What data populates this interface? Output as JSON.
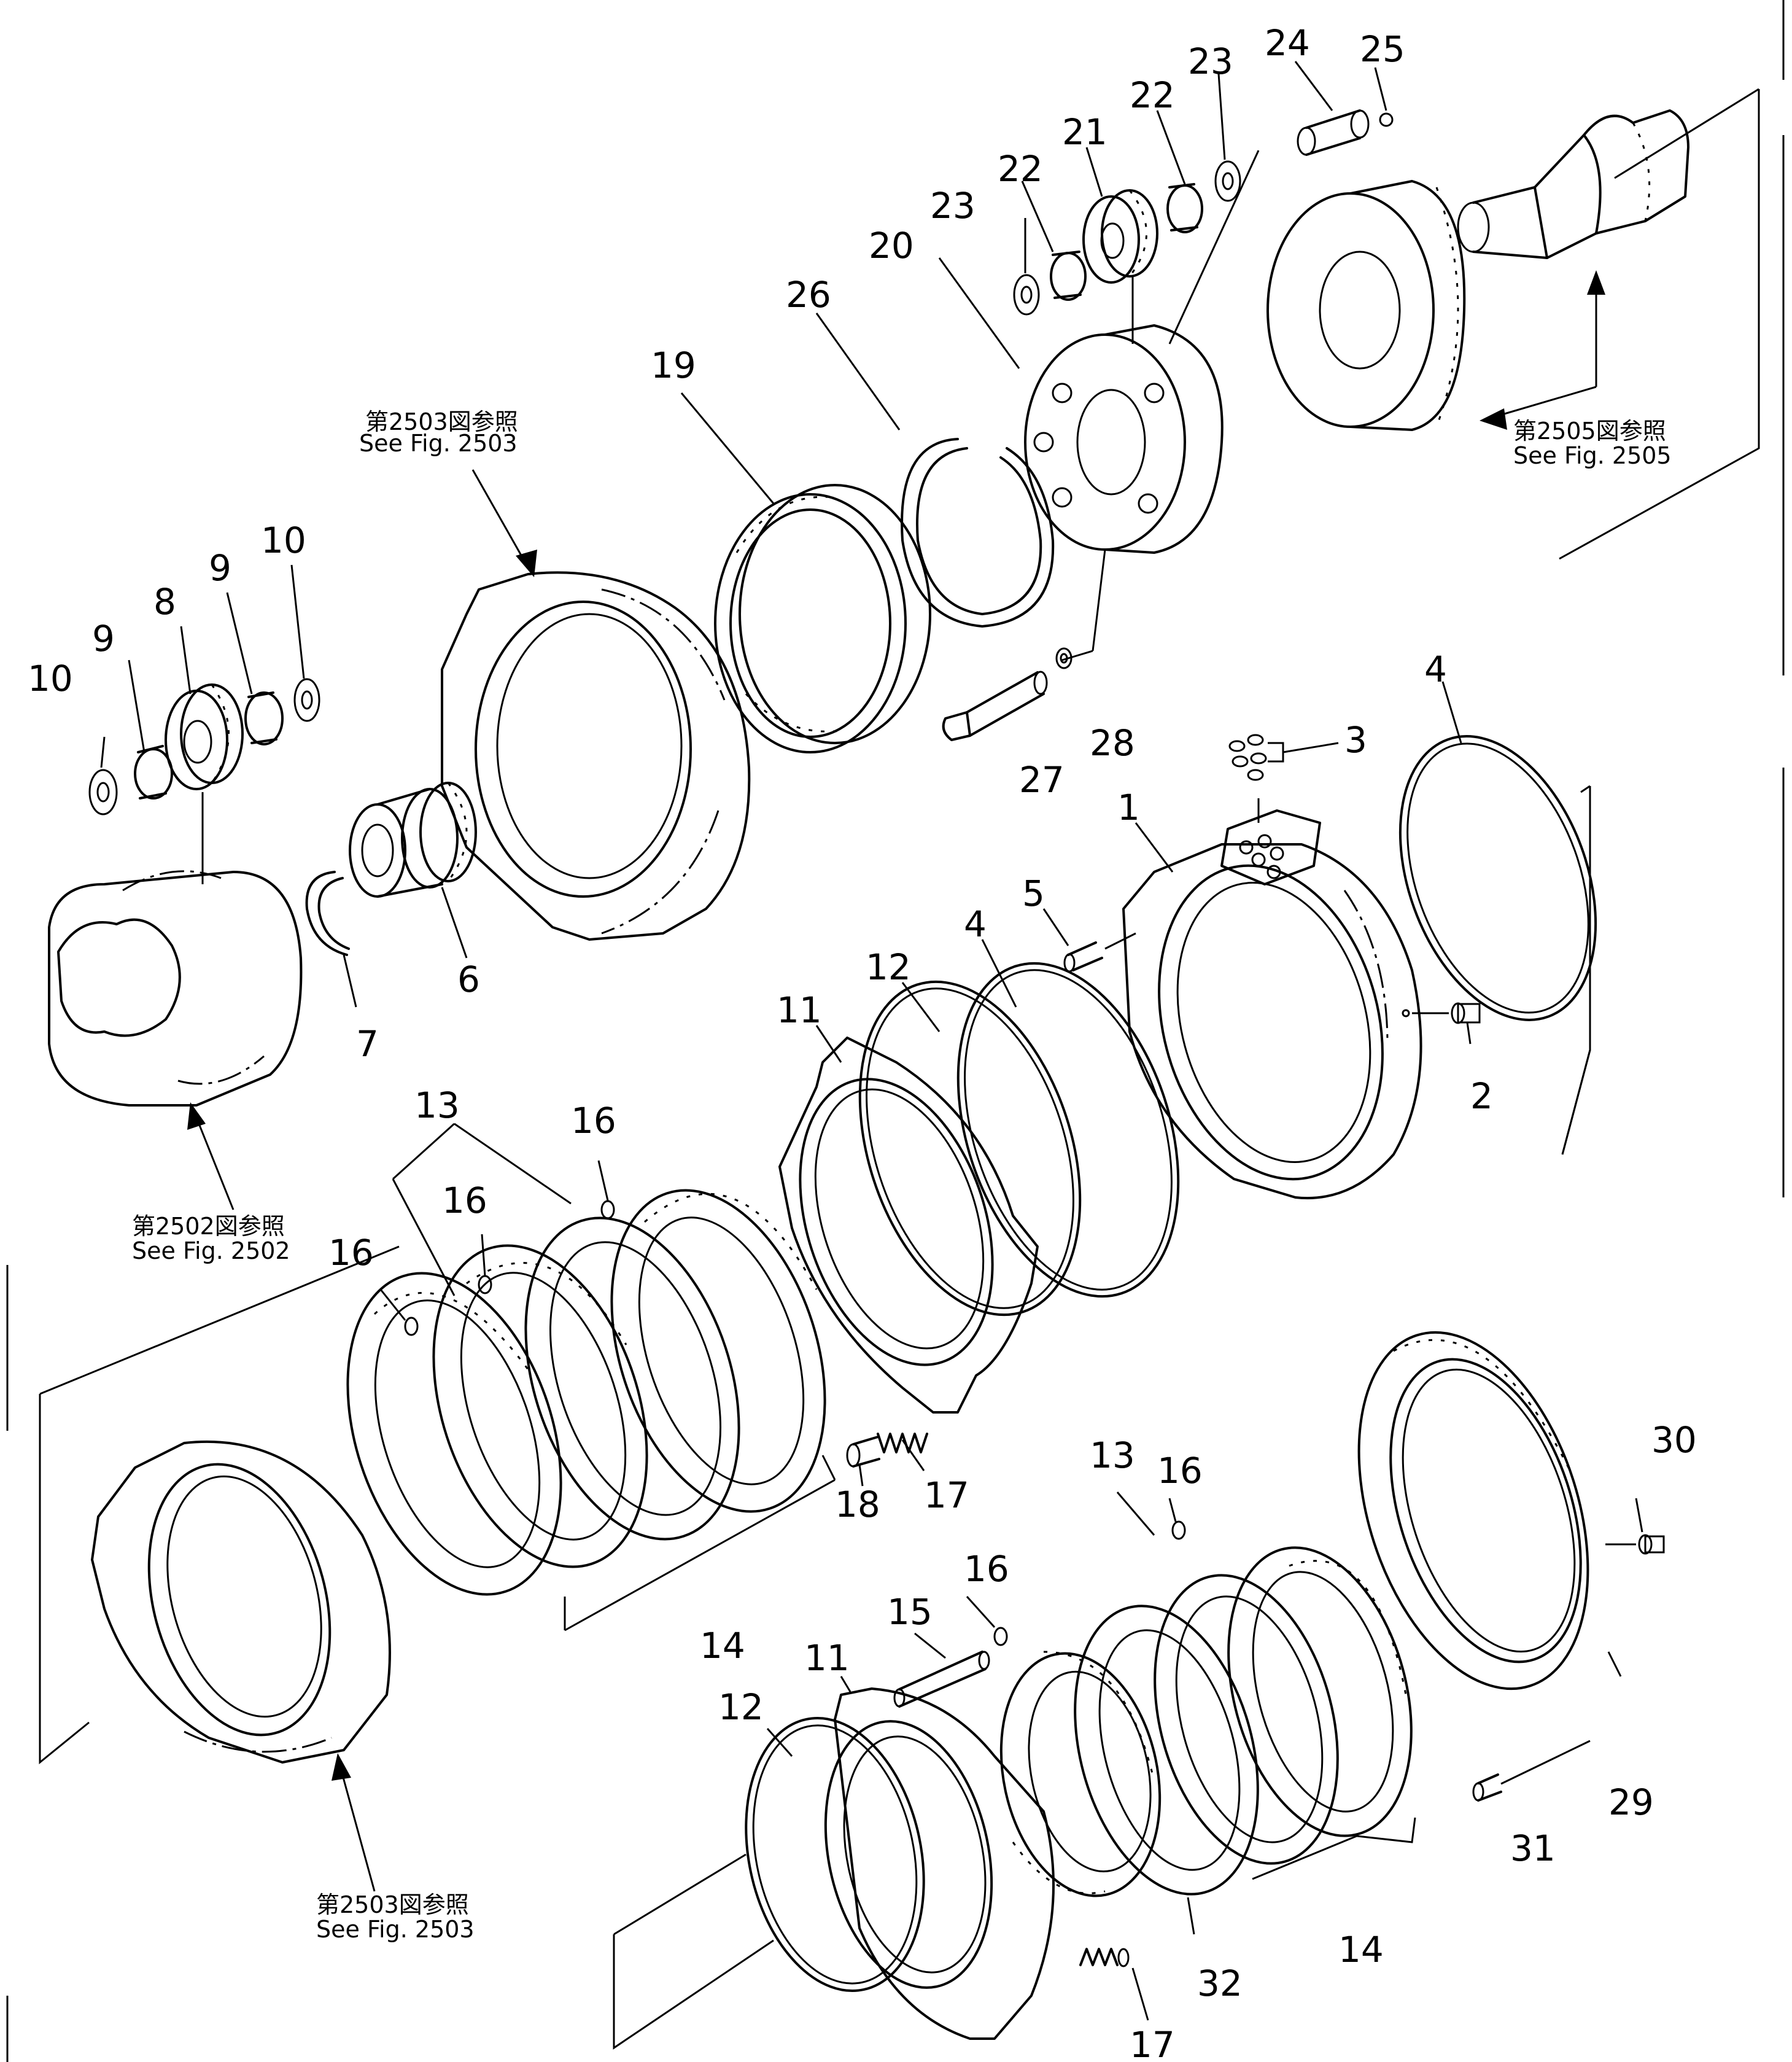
{
  "labels": {
    "n1": "1",
    "n2": "2",
    "n3": "3",
    "n4a": "4",
    "n4b": "4",
    "n5": "5",
    "n6": "6",
    "n7": "7",
    "n8": "8",
    "n9a": "9",
    "n9b": "9",
    "n10a": "10",
    "n10b": "10",
    "n11a": "11",
    "n11b": "11",
    "n12a": "12",
    "n12b": "12",
    "n13a": "13",
    "n13b": "13",
    "n14a": "14",
    "n14b": "14",
    "n15": "15",
    "n16a": "16",
    "n16b": "16",
    "n16c": "16",
    "n16d": "16",
    "n16e": "16",
    "n17a": "17",
    "n17b": "17",
    "n18": "18",
    "n19": "19",
    "n20": "20",
    "n21": "21",
    "n22a": "22",
    "n22b": "22",
    "n23a": "23",
    "n23b": "23",
    "n24": "24",
    "n25": "25",
    "n26": "26",
    "n27": "27",
    "n28": "28",
    "n29": "29",
    "n30": "30",
    "n31": "31",
    "n32": "32"
  },
  "references": {
    "r2503_top": {
      "jp": "第2503図参照",
      "en": "See  Fig. 2503"
    },
    "r2505": {
      "jp": "第2505図参照",
      "en": "See  Fig. 2505"
    },
    "r2502": {
      "jp": "第2502図参照",
      "en": "See  Fig. 2502"
    },
    "r2503_bottom": {
      "jp": "第2503図参照",
      "en": "See  Fig. 2503"
    }
  }
}
